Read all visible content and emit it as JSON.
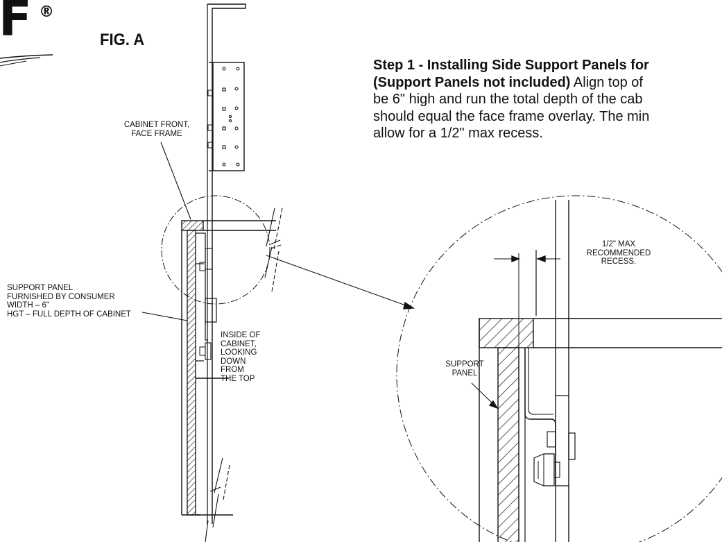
{
  "brand": {
    "logo_letter": "F",
    "registered_mark": "®"
  },
  "figure_title": "FIG. A",
  "step_text": {
    "heading": "Step 1 - Installing Side Support Panels for",
    "bold_line2": "(Support Panels not included)",
    "line2_rest": " Align top of",
    "line3": "be 6\" high and run the total depth of the cab",
    "line4": "should equal the face frame overlay. The min",
    "line5": "allow for a 1/2\" max recess."
  },
  "labels": {
    "cabinet_front_line1": "CABINET FRONT,",
    "cabinet_front_line2": "FACE FRAME",
    "support_panel_line1": "SUPPORT PANEL",
    "support_panel_line2": "FURNISHED BY CONSUMER",
    "support_panel_line3": "WIDTH – 6\"",
    "support_panel_line4": "HGT – FULL DEPTH OF CABINET",
    "inside_line1": "INSIDE OF",
    "inside_line2": "CABINET,",
    "inside_line3": "LOOKING",
    "inside_line4": "DOWN",
    "inside_line5": "FROM",
    "inside_line6": "THE TOP",
    "recess_line1": "1/2\" MAX",
    "recess_line2": "RECOMMENDED",
    "recess_line3": "RECESS.",
    "detail_panel_line1": "SUPPORT",
    "detail_panel_line2": "PANEL"
  },
  "colors": {
    "ink": "#111111",
    "background": "#ffffff"
  }
}
